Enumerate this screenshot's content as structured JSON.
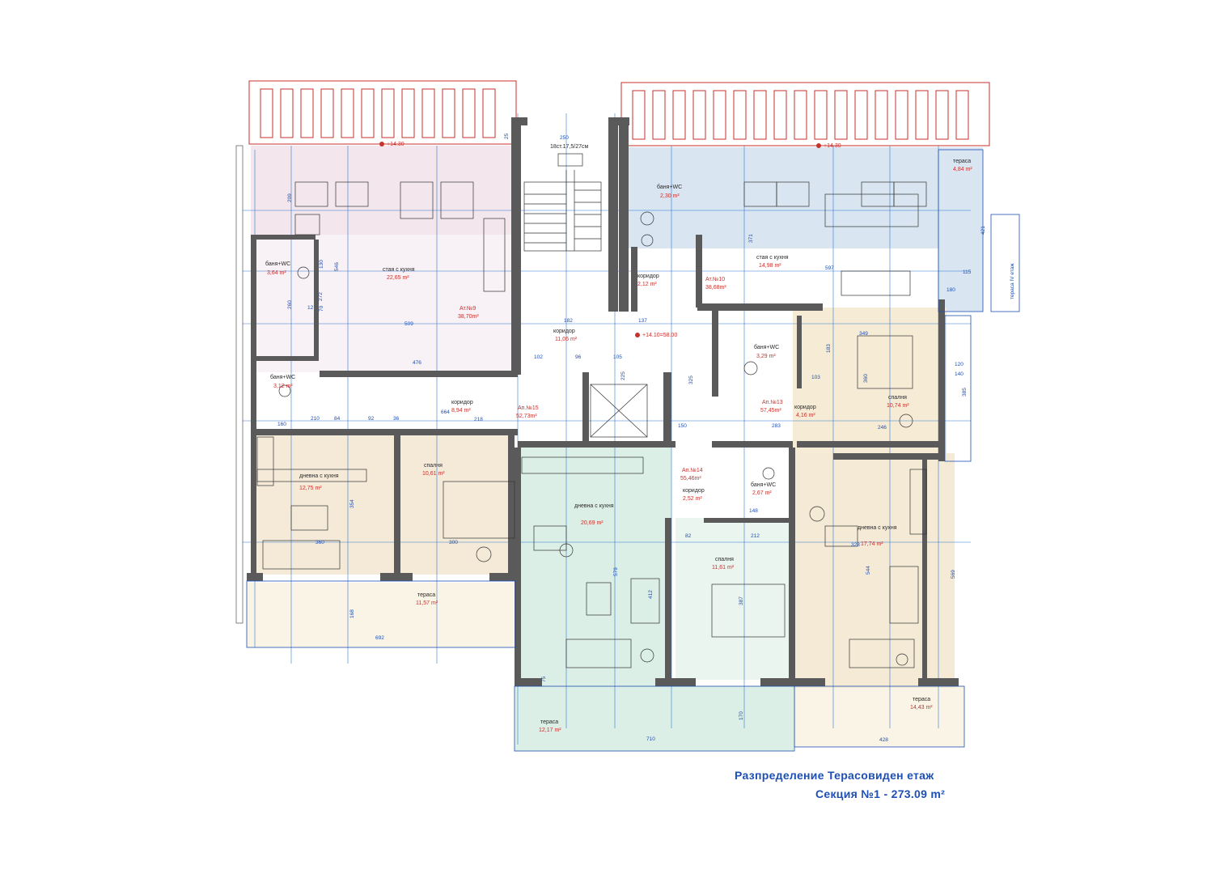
{
  "caption": {
    "line1": "Разпределение Терасовиден етаж",
    "line2": "Секция №1 - 273.09 m²"
  },
  "levels": {
    "left": "+14.30",
    "right": "+14.30",
    "center": "+14.10=58.00"
  },
  "stair_note": "18ст.17,5/27см",
  "side_terrace_note": "тераса IV етаж",
  "apartments": [
    {
      "name": "Ат.№9",
      "area": "38,70m²"
    },
    {
      "name": "Ат.№10",
      "area": "38,68m²"
    },
    {
      "name": "Ап.№15",
      "area": "52,73m²"
    },
    {
      "name": "Ап.№13",
      "area": "57,45m²"
    },
    {
      "name": "Ап.№14",
      "area": "55,46m²"
    }
  ],
  "rooms": [
    {
      "name": "стая с кухня",
      "area": "22,65 m²"
    },
    {
      "name": "баня+WC",
      "area": "3,64 m²"
    },
    {
      "name": "баня+WC",
      "area": "3,12 m²"
    },
    {
      "name": "коридор",
      "area": "11,06 m²"
    },
    {
      "name": "коридор",
      "area": "8,94 m²"
    },
    {
      "name": "баня+WC",
      "area": "2,30 m²"
    },
    {
      "name": "стая с кухня",
      "area": "14,98 m²"
    },
    {
      "name": "коридор",
      "area": "2,12 m²"
    },
    {
      "name": "тераса",
      "area": "4,84 m²"
    },
    {
      "name": "баня+WC",
      "area": "3,29 m²"
    },
    {
      "name": "коридор",
      "area": "4,16 m²"
    },
    {
      "name": "спалня",
      "area": "10,74 m²"
    },
    {
      "name": "дневна с кухня",
      "area": "12,75 m²"
    },
    {
      "name": "спалня",
      "area": "10,61 m²"
    },
    {
      "name": "тераса",
      "area": "11,57 m²"
    },
    {
      "name": "дневна с кухня",
      "area": "20,69 m²"
    },
    {
      "name": "коридор",
      "area": "2,52 m²"
    },
    {
      "name": "баня+WC",
      "area": "2,67 m²"
    },
    {
      "name": "спалня",
      "area": "11,61 m²"
    },
    {
      "name": "дневна с кухня",
      "area": "17,74 m²"
    },
    {
      "name": "тераса",
      "area": "12,17 m²"
    },
    {
      "name": "тераса",
      "area": "14,43 m²"
    }
  ],
  "dimensions": [
    "250",
    "546",
    "272",
    "509",
    "476",
    "664",
    "218",
    "160",
    "84",
    "360",
    "300",
    "354",
    "692",
    "168",
    "597",
    "371",
    "421",
    "115",
    "180",
    "349",
    "360",
    "183",
    "103",
    "246",
    "283",
    "328",
    "544",
    "569",
    "385",
    "579",
    "412",
    "387",
    "710",
    "428",
    "170",
    "82",
    "36",
    "92",
    "150",
    "137",
    "182",
    "102",
    "96",
    "105",
    "225",
    "325",
    "148",
    "212",
    "75",
    "25",
    "120",
    "140",
    "210",
    "70",
    "12",
    "130",
    "260",
    "209"
  ],
  "colors": {
    "upper_left_fill": "#f3e6ec",
    "upper_right_fill": "#d9e6f2",
    "left_apt_fill": "#f5ead8",
    "center_apt_fill": "#dcefe6",
    "bed_fill": "#f6ecd6",
    "right_apt_fill": "#f4ead6",
    "grid_line": "#2f79d4",
    "label_red": "#c8322d",
    "caption_blue": "#1e4fb4"
  }
}
